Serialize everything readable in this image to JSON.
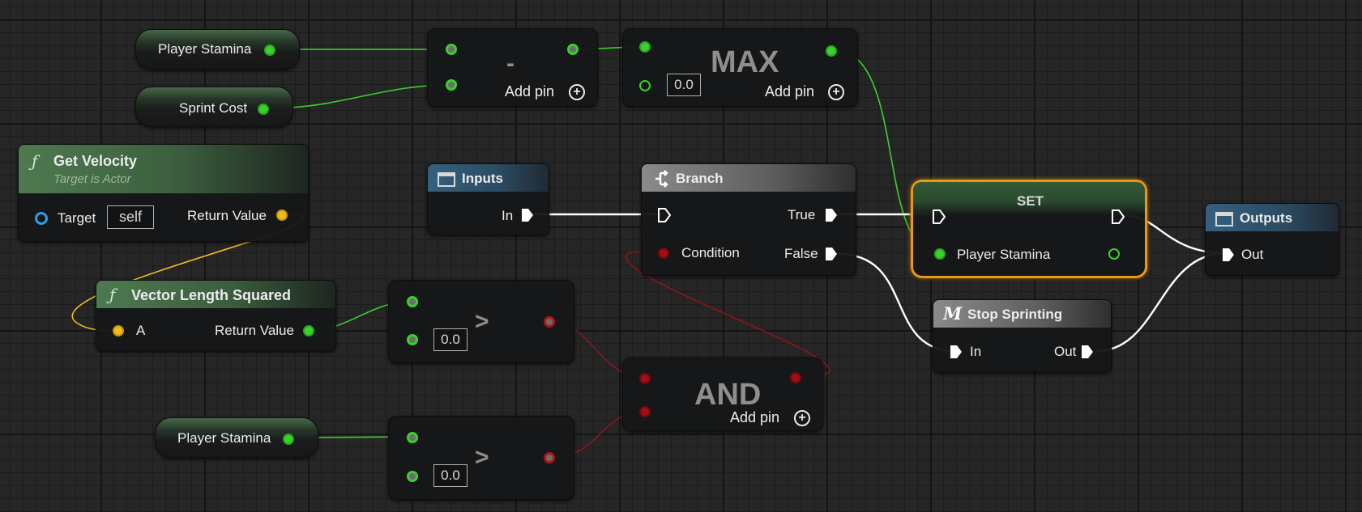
{
  "variables": {
    "player_stamina_1": "Player Stamina",
    "sprint_cost": "Sprint Cost",
    "player_stamina_2": "Player Stamina"
  },
  "subtract_node": {
    "op": "-",
    "add_pin": "Add pin"
  },
  "max_node": {
    "title": "MAX",
    "value": "0.0",
    "add_pin": "Add pin"
  },
  "get_velocity": {
    "title": "Get Velocity",
    "subtitle": "Target is Actor",
    "target_label": "Target",
    "target_value": "self",
    "return_label": "Return Value"
  },
  "vector_length_squared": {
    "title": "Vector Length Squared",
    "input_label": "A",
    "return_label": "Return Value"
  },
  "inputs_node": {
    "title": "Inputs",
    "in_label": "In"
  },
  "branch_node": {
    "title": "Branch",
    "true_label": "True",
    "false_label": "False",
    "condition_label": "Condition"
  },
  "set_node": {
    "title": "SET",
    "var_label": "Player Stamina"
  },
  "outputs_node": {
    "title": "Outputs",
    "out_label": "Out"
  },
  "stop_sprinting": {
    "title": "Stop Sprinting",
    "in_label": "In",
    "out_label": "Out"
  },
  "compare_1": {
    "op": ">",
    "value": "0.0"
  },
  "compare_2": {
    "op": ">",
    "value": "0.0"
  },
  "and_node": {
    "title": "AND",
    "add_pin": "Add pin"
  },
  "colors": {
    "float_pin": "#39d12c",
    "bool_pin": "#a30d14",
    "vector_pin": "#f1bc1b",
    "object_pin": "#2d9ee4",
    "exec_wire": "#ffffff",
    "selection": "#e59a16"
  }
}
